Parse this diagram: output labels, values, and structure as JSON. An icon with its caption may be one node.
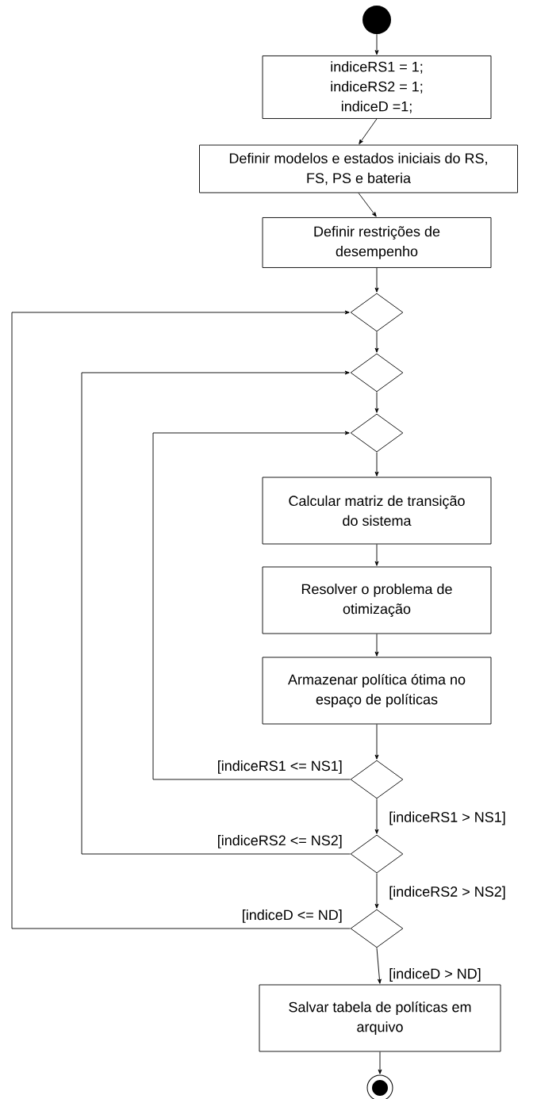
{
  "diagram": {
    "nodes": [
      {
        "text": [],
        "shape": "circle"
      },
      {
        "text": [
          "indiceRS1 = 1; indiceRS2 = 1; indiceD =1;"
        ]
      },
      {
        "text": [
          "Definir modelos e estados iniciais do RS, FS, PS e bateria"
        ]
      },
      {
        "text": [
          "Definir restrições de desempenho"
        ]
      },
      {
        "text": [],
        "shape": "diamond"
      },
      {
        "text": [],
        "shape": "diamond"
      },
      {
        "text": [],
        "shape": "diamond"
      },
      {
        "text": [
          "Calcular matriz de transição do sistema"
        ]
      },
      {
        "text": [
          "Resolver o problema de otimização"
        ]
      },
      {
        "text": [
          "Armazenar política ótima no espaço de políticas"
        ]
      },
      {
        "text": [],
        "shape": "diamond"
      },
      {
        "text": [],
        "shape": "diamond"
      },
      {
        "text": [],
        "shape": "diamond"
      },
      {
        "text": [
          "Salvar tabela de políticas em arquivo"
        ]
      },
      {
        "text": [],
        "shape": "circle"
      }
    ],
    "edges": [
      {
        "from": 0,
        "to": 1,
        "arrow": "to"
      },
      {
        "from": 1,
        "to": 2,
        "arrow": "to"
      },
      {
        "from": 2,
        "to": 3,
        "arrow": "to"
      },
      {
        "from": 3,
        "to": 4,
        "arrow": "to"
      },
      {
        "from": 4,
        "to": 5,
        "arrow": "to"
      },
      {
        "from": 5,
        "to": 6,
        "arrow": "to"
      },
      {
        "from": 6,
        "to": 7,
        "arrow": "to"
      },
      {
        "from": 7,
        "to": 8,
        "arrow": "to"
      },
      {
        "from": 8,
        "to": 9,
        "arrow": "to"
      },
      {
        "from": 9,
        "to": 10,
        "arrow": "to"
      },
      {
        "from": 10,
        "to": 6,
        "arrow": "to",
        "label": "[indiceRS1 <= NS1]"
      },
      {
        "from": 10,
        "to": 11,
        "arrow": "to",
        "label": "[indiceRS1 > NS1]"
      },
      {
        "from": 11,
        "to": 5,
        "arrow": "to",
        "label": "[indiceRS2 <= NS2]"
      },
      {
        "from": 11,
        "to": 12,
        "arrow": "to",
        "label": "[indiceRS2 > NS2]"
      },
      {
        "from": 12,
        "to": 4,
        "arrow": "to",
        "label": "[indiceD <= ND]"
      },
      {
        "from": 12,
        "to": 13,
        "arrow": "to",
        "label": "[indiceD > ND]"
      },
      {
        "from": 13,
        "to": 14,
        "arrow": "to"
      }
    ]
  }
}
